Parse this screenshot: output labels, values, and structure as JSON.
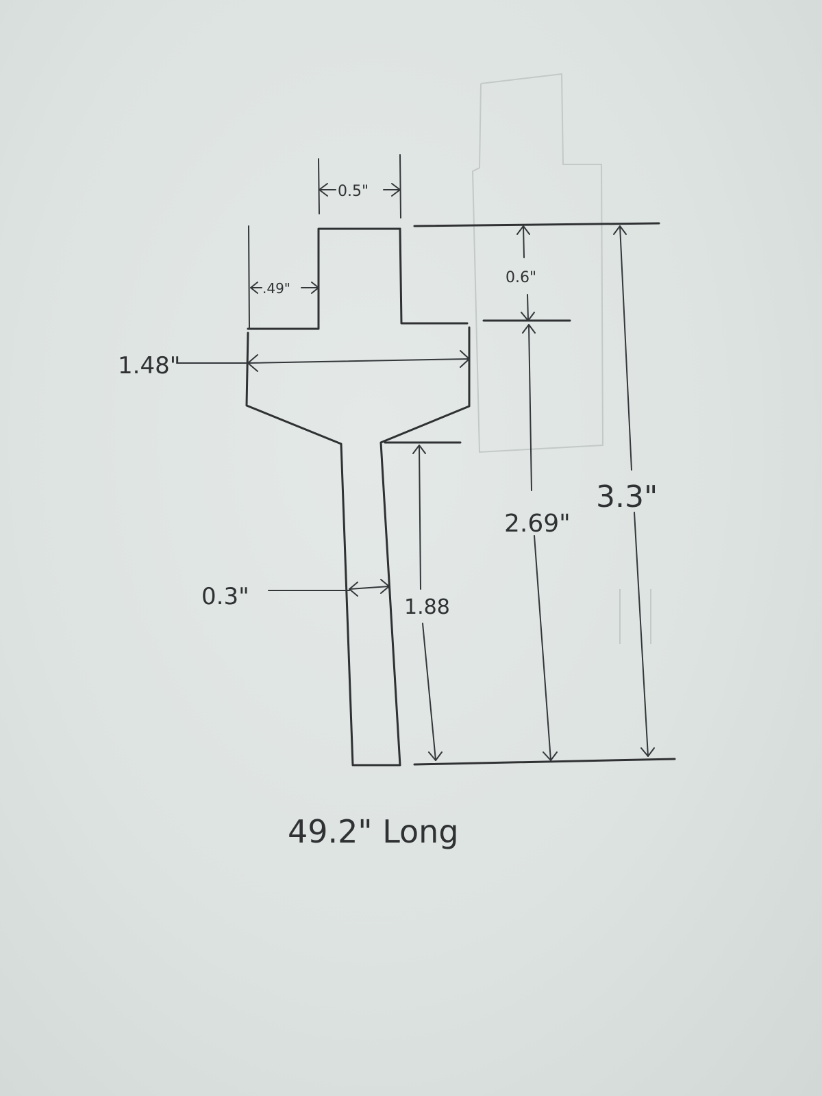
{
  "drawing": {
    "dims": {
      "top_width": "0.5\"",
      "step_width": ".49\"",
      "flange_width": "1.48\"",
      "top_height": "0.6\"",
      "stem_width": "0.3\"",
      "stem_length": "1.88",
      "mid_height": "2.69\"",
      "total_height": "3.3\""
    },
    "note": "49.2\" Long"
  },
  "colors": {
    "ink": "#2f3133",
    "paper": "#dde3e1"
  }
}
